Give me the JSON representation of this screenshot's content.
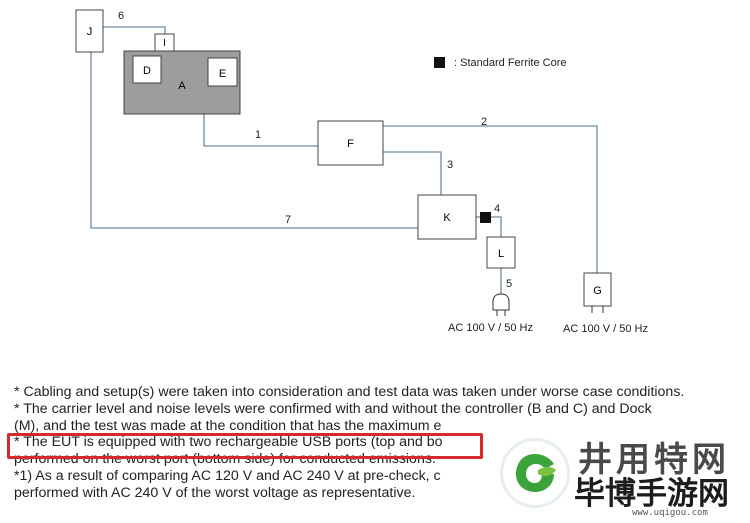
{
  "legend": {
    "text": ": Standard Ferrite Core"
  },
  "boxes": {
    "J": "J",
    "I": "I",
    "D": "D",
    "A": "A",
    "E": "E",
    "F": "F",
    "K": "K",
    "L": "L",
    "G": "G"
  },
  "cables": {
    "c1": "1",
    "c2": "2",
    "c3": "3",
    "c4": "4",
    "c5": "5",
    "c6": "6",
    "c7": "7"
  },
  "power": {
    "left": "AC 100 V / 50 Hz",
    "right": "AC 100 V / 50 Hz"
  },
  "notes": {
    "line1": "* Cabling and setup(s) were taken into consideration and test data was taken under worse case conditions.",
    "line2": "* The carrier level and noise levels were confirmed with and without the controller (B and C) and Dock",
    "line3": "(M), and the test was made at the condition that has the maximum e",
    "line4": "* The EUT is equipped with two rechargeable USB ports (top and bo",
    "line5": "performed on the worst port (bottom side) for conducted emissions.",
    "line6": "*1) As a result of comparing AC 120 V and AC 240 V at pre-check, c",
    "line7": "performed with AC 240 V of the worst voltage as representative."
  },
  "watermark": {
    "title": "井用特网",
    "brand": "毕博手游网",
    "url": "www.uqigou.com"
  },
  "colors": {
    "cable": "#6e8aa6",
    "device_fill": "#9d9d9d",
    "highlight": "#d62a2a",
    "logo_green": "#3aa33a"
  }
}
